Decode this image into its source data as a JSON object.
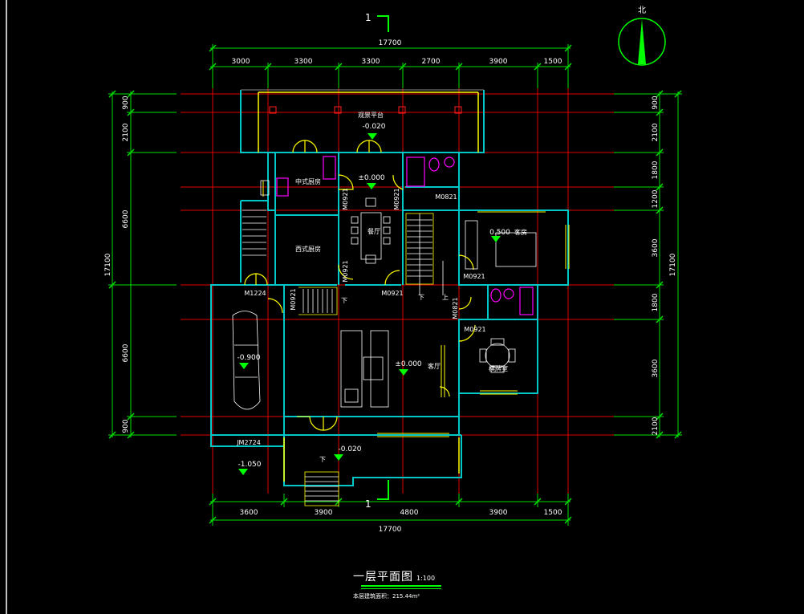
{
  "drawing": {
    "title": "一层平面图",
    "scale": "1:100",
    "area_note": "本层建筑面积：215.44m²",
    "north_label": "北",
    "section_mark": "1"
  },
  "dimensions": {
    "top_total": "17700",
    "top_segments": [
      "3000",
      "3300",
      "3300",
      "2700",
      "3900",
      "1500"
    ],
    "bottom_total": "17700",
    "bottom_segments": [
      "3600",
      "3900",
      "4800",
      "3900",
      "1500"
    ],
    "left_total": "17100",
    "left_mid": [
      "6600",
      "6600"
    ],
    "left_small": [
      "900",
      "2100",
      "900"
    ],
    "right_total": "17100",
    "right_segments": [
      "900",
      "2100",
      "1800",
      "1200",
      "3600",
      "1800",
      "3600",
      "2100"
    ]
  },
  "rooms": {
    "viewing_platform": "观景平台",
    "chinese_kitchen": "中式厨房",
    "western_kitchen": "西式厨房",
    "dining": "餐厅",
    "bedroom": "客房",
    "living": "客厅",
    "chess_room": "棋牌室"
  },
  "levels": {
    "platform": "-0.020",
    "kitchen": "±0.000",
    "bedroom": "0.500",
    "garage": "-0.900",
    "living": "±0.000",
    "porch": "-0.020",
    "ground": "-1.050"
  },
  "doors": {
    "m0921": "M0921",
    "m0821": "M0821",
    "m1224": "M1224",
    "jm2724": "JM2724"
  },
  "stairs": {
    "down": "下",
    "up": "上"
  }
}
